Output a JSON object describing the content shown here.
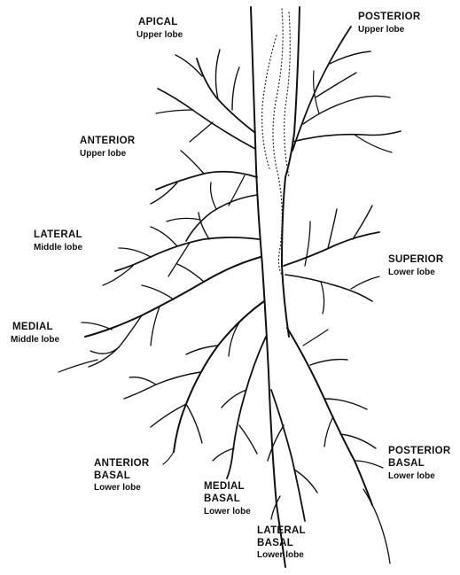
{
  "labels": {
    "apical": {
      "name": "APICAL",
      "lobe": "Upper lobe"
    },
    "posterior_upper": {
      "name": "POSTERIOR",
      "lobe": "Upper lobe"
    },
    "anterior_upper": {
      "name": "ANTERIOR",
      "lobe": "Upper lobe"
    },
    "lateral_middle": {
      "name": "LATERAL",
      "lobe": "Middle lobe"
    },
    "superior_lower": {
      "name": "SUPERIOR",
      "lobe": "Lower lobe"
    },
    "medial_middle": {
      "name": "MEDIAL",
      "lobe": "Middle lobe"
    },
    "anterior_basal": {
      "name1": "ANTERIOR",
      "name2": "BASAL",
      "lobe": "Lower lobe"
    },
    "medial_basal": {
      "name1": "MEDIAL",
      "name2": "BASAL",
      "lobe": "Lower lobe"
    },
    "lateral_basal": {
      "name1": "LATERAL",
      "name2": "BASAL",
      "lobe": "Lower lobe"
    },
    "posterior_basal": {
      "name1": "POSTERIOR",
      "name2": "BASAL",
      "lobe": "Lower lobe"
    }
  },
  "colors": {
    "ink": "#111111",
    "background": "#ffffff"
  }
}
